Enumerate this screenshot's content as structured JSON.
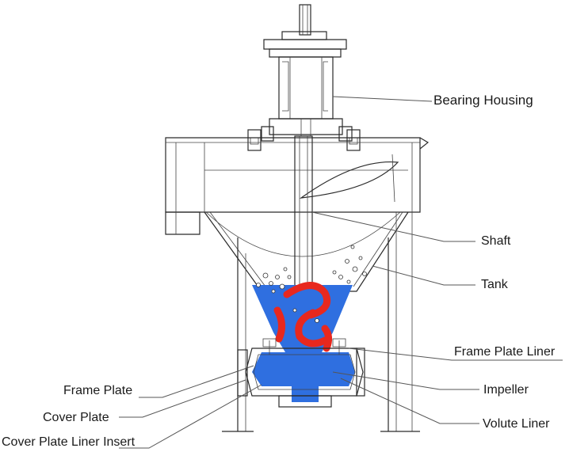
{
  "labels": {
    "bearing_housing": "Bearing Housing",
    "shaft": "Shaft",
    "tank": "Tank",
    "frame_plate_liner": "Frame Plate Liner",
    "impeller": "Impeller",
    "volute_liner": "Volute Liner",
    "frame_plate": "Frame Plate",
    "cover_plate": "Cover Plate",
    "cover_plate_liner_insert": "Cover Plate Liner Insert"
  },
  "colors": {
    "liquid_blue": "#2f6fe0",
    "impeller_red": "#e8281e",
    "outline": "#2a2a2a",
    "leader_line": "#555555"
  }
}
